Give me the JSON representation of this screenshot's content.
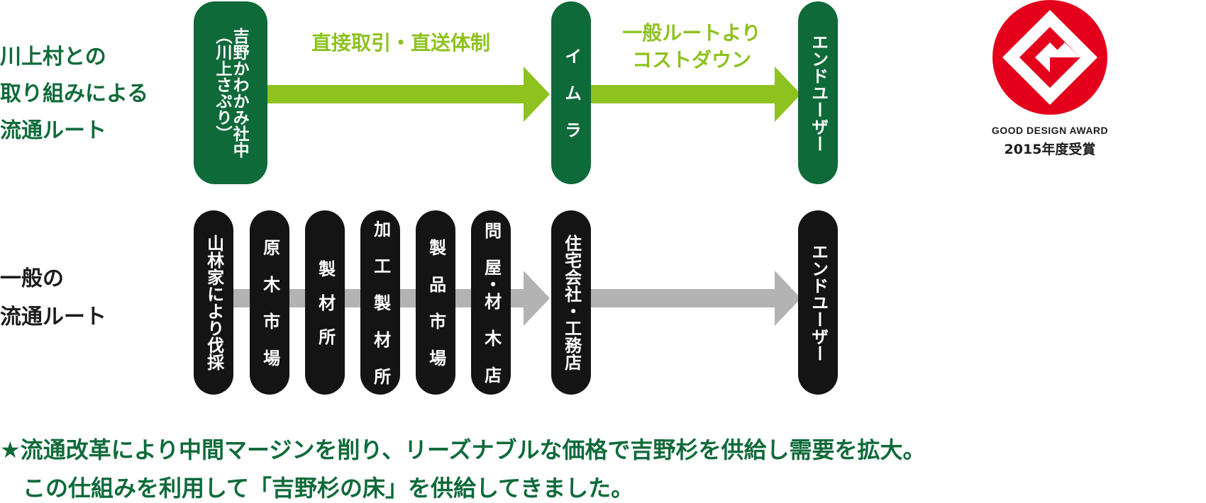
{
  "rows": {
    "kawakami_label": "川上村との\n取り組みによる\n流通ルート",
    "general_label": "一般の\n流通ルート"
  },
  "top_route": {
    "nodes": [
      {
        "text": "吉野かわかみ社中\n（川上さぷり）"
      },
      {
        "text": "イ ム ラ"
      },
      {
        "text": "エンドユーザー"
      }
    ],
    "arrows": [
      {
        "label": "直接取引・直送体制"
      },
      {
        "label": "一般ルートより\nコストダウン"
      }
    ]
  },
  "bottom_route": {
    "nodes": [
      {
        "text": "山林家により伐採"
      },
      {
        "text": "原 木 市 場"
      },
      {
        "text": "製　材　所"
      },
      {
        "text": "加 工 製 材 所"
      },
      {
        "text": "製 品 市 場"
      },
      {
        "text": "問 屋・材 木 店"
      },
      {
        "text": "住宅会社・工務店"
      },
      {
        "text": "エンドユーザー"
      }
    ]
  },
  "award": {
    "name": "GOOD DESIGN AWARD",
    "year": "2015年度受賞",
    "colors": {
      "red": "#e4001b",
      "white": "#ffffff"
    }
  },
  "footer": {
    "line1": "★流通改革により中間マージンを削り、リーズナブルな価格で吉野杉を供給し需要を拡大。",
    "line2": "　この仕組みを利用して「吉野杉の床」を供給してきました。"
  },
  "colors": {
    "dark_green": "#0f6a3a",
    "light_green": "#8dc21f",
    "gray_arrow": "#b3b3b3",
    "black": "#141414"
  }
}
